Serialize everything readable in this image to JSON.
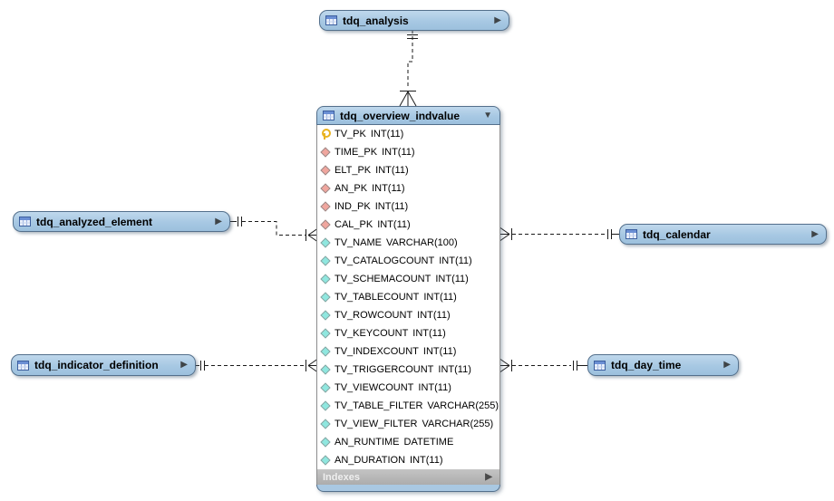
{
  "tables": {
    "analysis": {
      "name": "tdq_analysis"
    },
    "analyzed_element": {
      "name": "tdq_analyzed_element"
    },
    "indicator_definition": {
      "name": "tdq_indicator_definition"
    },
    "calendar": {
      "name": "tdq_calendar"
    },
    "day_time": {
      "name": "tdq_day_time"
    },
    "overview_indvalue": {
      "name": "tdq_overview_indvalue",
      "footer_label": "Indexes",
      "columns": [
        {
          "icon": "key",
          "name": "TV_PK",
          "type": "INT(11)"
        },
        {
          "icon": "diamond-red",
          "name": "TIME_PK",
          "type": "INT(11)"
        },
        {
          "icon": "diamond-red",
          "name": "ELT_PK",
          "type": "INT(11)"
        },
        {
          "icon": "diamond-red",
          "name": "AN_PK",
          "type": "INT(11)"
        },
        {
          "icon": "diamond-red",
          "name": "IND_PK",
          "type": "INT(11)"
        },
        {
          "icon": "diamond-red",
          "name": "CAL_PK",
          "type": "INT(11)"
        },
        {
          "icon": "diamond-cyan",
          "name": "TV_NAME",
          "type": "VARCHAR(100)"
        },
        {
          "icon": "diamond-cyan",
          "name": "TV_CATALOGCOUNT",
          "type": "INT(11)"
        },
        {
          "icon": "diamond-cyan",
          "name": "TV_SCHEMACOUNT",
          "type": "INT(11)"
        },
        {
          "icon": "diamond-cyan",
          "name": "TV_TABLECOUNT",
          "type": "INT(11)"
        },
        {
          "icon": "diamond-cyan",
          "name": "TV_ROWCOUNT",
          "type": "INT(11)"
        },
        {
          "icon": "diamond-cyan",
          "name": "TV_KEYCOUNT",
          "type": "INT(11)"
        },
        {
          "icon": "diamond-cyan",
          "name": "TV_INDEXCOUNT",
          "type": "INT(11)"
        },
        {
          "icon": "diamond-cyan",
          "name": "TV_TRIGGERCOUNT",
          "type": "INT(11)"
        },
        {
          "icon": "diamond-cyan",
          "name": "TV_VIEWCOUNT",
          "type": "INT(11)"
        },
        {
          "icon": "diamond-cyan",
          "name": "TV_TABLE_FILTER",
          "type": "VARCHAR(255)"
        },
        {
          "icon": "diamond-cyan",
          "name": "TV_VIEW_FILTER",
          "type": "VARCHAR(255)"
        },
        {
          "icon": "diamond-cyan",
          "name": "AN_RUNTIME",
          "type": "DATETIME"
        },
        {
          "icon": "diamond-cyan",
          "name": "AN_DURATION",
          "type": "INT(11)"
        }
      ]
    }
  },
  "icons": {
    "expand": "▶",
    "collapse": "▼"
  },
  "colors": {
    "header_blue": "#a7c8e3",
    "header_border": "#54708c",
    "footer_gray": "#b4b4b4",
    "key_icon": "#e9b320",
    "fk_diamond": "#f0a69e",
    "column_diamond": "#8fe7df",
    "line": "#1a1a1a"
  }
}
